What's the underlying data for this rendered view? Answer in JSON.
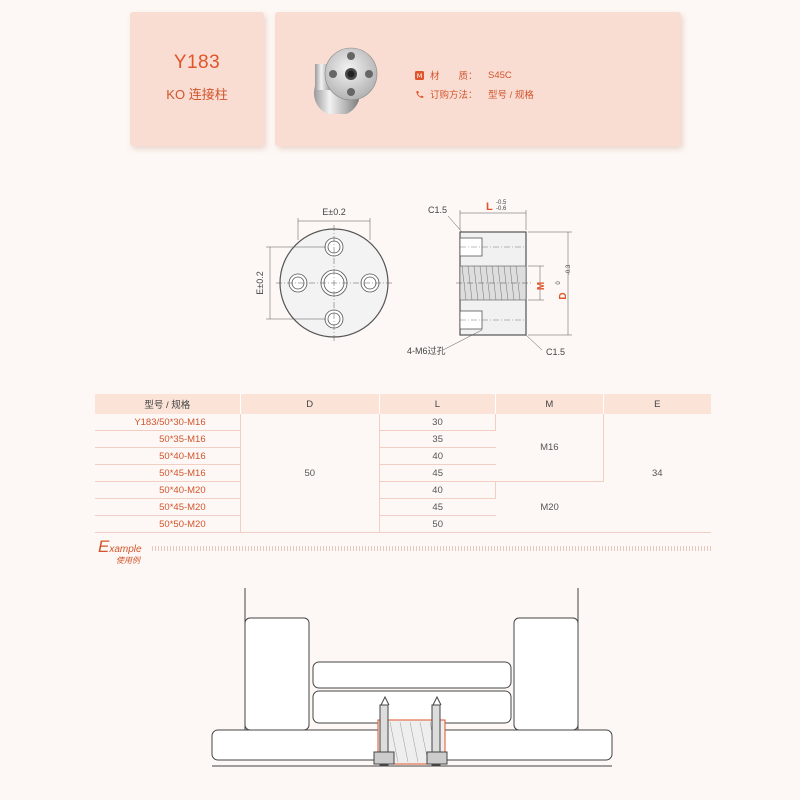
{
  "header": {
    "model": "Y183",
    "product_name": "KO 连接柱",
    "material_label": "材　　质：",
    "material_value": "S45C",
    "order_label": "订购方法：",
    "order_value": "型号 / 规格"
  },
  "drawing": {
    "dim_e_horizontal": "E±0.2",
    "dim_e_vertical": "E±0.2",
    "chamfer_top": "C1.5",
    "chamfer_bottom": "C1.5",
    "dim_l": "L",
    "dim_l_tol_upper": "-0.5",
    "dim_l_tol_lower": "-0.6",
    "dim_m": "M",
    "dim_d": "D",
    "dim_d_tol_upper": "0",
    "dim_d_tol_lower": "-0.3",
    "holes_label": "4-M6过孔"
  },
  "table": {
    "headers": [
      "型号 / 规格",
      "D",
      "L",
      "M",
      "E"
    ],
    "rows": [
      {
        "model": "Y183/50*30-M16",
        "L": "30"
      },
      {
        "model": "50*35-M16",
        "L": "35"
      },
      {
        "model": "50*40-M16",
        "L": "40"
      },
      {
        "model": "50*45-M16",
        "L": "45"
      },
      {
        "model": "50*40-M20",
        "L": "40"
      },
      {
        "model": "50*45-M20",
        "L": "45"
      },
      {
        "model": "50*50-M20",
        "L": "50"
      }
    ],
    "D": "50",
    "M_groups": [
      "M16",
      "M20"
    ],
    "E": "34"
  },
  "example": {
    "title_big": "E",
    "title_rest": "xample",
    "subtitle": "使用例"
  },
  "colors": {
    "accent": "#e0542a",
    "header_bg": "#f9ddd3",
    "table_header_bg": "#fbe3d8",
    "page_bg": "#fdf8f5"
  }
}
